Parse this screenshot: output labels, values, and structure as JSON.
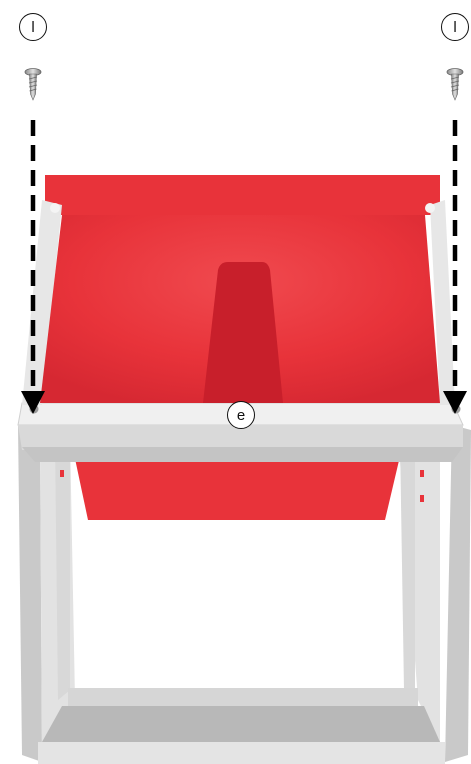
{
  "callouts": {
    "screw_left_label": "l",
    "screw_right_label": "l",
    "frame_part_label": "e"
  },
  "colors": {
    "basin_red": "#e8333a",
    "basin_red_dark": "#c81f2b",
    "frame_light": "#eeeeee",
    "frame_mid": "#d2d2d2",
    "frame_dark": "#a9a9a9",
    "arrow": "#000000"
  },
  "icons": [
    "screw-icon",
    "arrow-down-icon"
  ]
}
